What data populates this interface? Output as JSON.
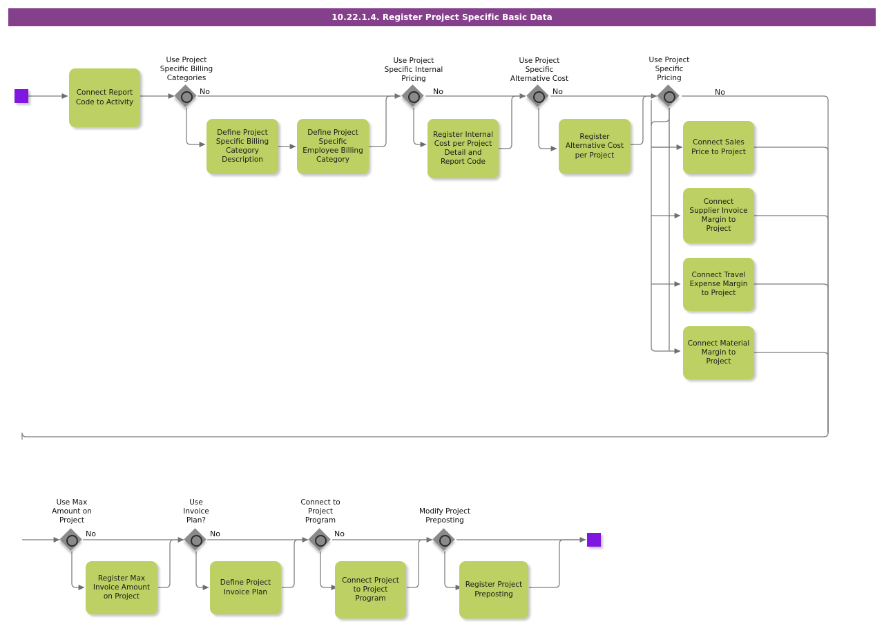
{
  "title": "10.22.1.4. Register Project Specific Basic Data",
  "colors": {
    "title_bar": "#85408b",
    "task_fill": "#bdd063",
    "event_fill": "#7f17e0",
    "gateway_fill": "#8a8a8a",
    "connector": "#7a7a7a"
  },
  "events": [
    {
      "name": "start-event",
      "label": ""
    },
    {
      "name": "end-event",
      "label": ""
    }
  ],
  "tasks": [
    {
      "id": "connect-report-code-to-activity",
      "label": "Connect Report\nCode to Activity"
    },
    {
      "id": "define-project-specific-billing-category-description",
      "label": "Define Project\nSpecific Billing\nCategory\nDescription"
    },
    {
      "id": "define-project-specific-employee-billing-category",
      "label": "Define Project\nSpecific\nEmployee Billing\nCategory"
    },
    {
      "id": "register-internal-cost-per-project-detail-and-report-code",
      "label": "Register Internal\nCost per Project\nDetail and\nReport Code"
    },
    {
      "id": "register-alternative-cost-per-project",
      "label": "Register\nAlternative Cost\nper Project"
    },
    {
      "id": "connect-sales-price-to-project",
      "label": "Connect Sales\nPrice to Project"
    },
    {
      "id": "connect-supplier-invoice-margin-to-project",
      "label": "Connect\nSupplier Invoice\nMargin to\nProject"
    },
    {
      "id": "connect-travel-expense-margin-to-project",
      "label": "Connect Travel\nExpense Margin\nto Project"
    },
    {
      "id": "connect-material-margin-to-project",
      "label": "Connect Material\nMargin to\nProject"
    },
    {
      "id": "register-max-invoice-amount-on-project",
      "label": "Register Max\nInvoice Amount\non Project"
    },
    {
      "id": "define-project-invoice-plan",
      "label": "Define Project\nInvoice Plan"
    },
    {
      "id": "connect-project-to-project-program",
      "label": "Connect Project\nto Project\nProgram"
    },
    {
      "id": "register-project-preposting",
      "label": "Register Project\nPreposting"
    }
  ],
  "gateways": [
    {
      "id": "use-project-specific-billing-categories",
      "label": "Use Project\nSpecific Billing\nCategories",
      "flow_label": "No"
    },
    {
      "id": "use-project-specific-internal-pricing",
      "label": "Use Project\nSpecific Internal\nPricing",
      "flow_label": "No"
    },
    {
      "id": "use-project-specific-alternative-cost",
      "label": "Use Project\nSpecific\nAlternative Cost",
      "flow_label": "No"
    },
    {
      "id": "use-project-specific-pricing",
      "label": "Use Project\nSpecific\nPricing",
      "flow_label": "No"
    },
    {
      "id": "use-max-amount-on-project",
      "label": "Use Max\nAmount on\nProject",
      "flow_label": "No"
    },
    {
      "id": "use-invoice-plan",
      "label": "Use\nInvoice\nPlan?",
      "flow_label": "No"
    },
    {
      "id": "connect-to-project-program",
      "label": "Connect to\nProject\nProgram",
      "flow_label": "No"
    },
    {
      "id": "modify-project-preposting",
      "label": "Modify Project\nPreposting",
      "flow_label": ""
    }
  ]
}
